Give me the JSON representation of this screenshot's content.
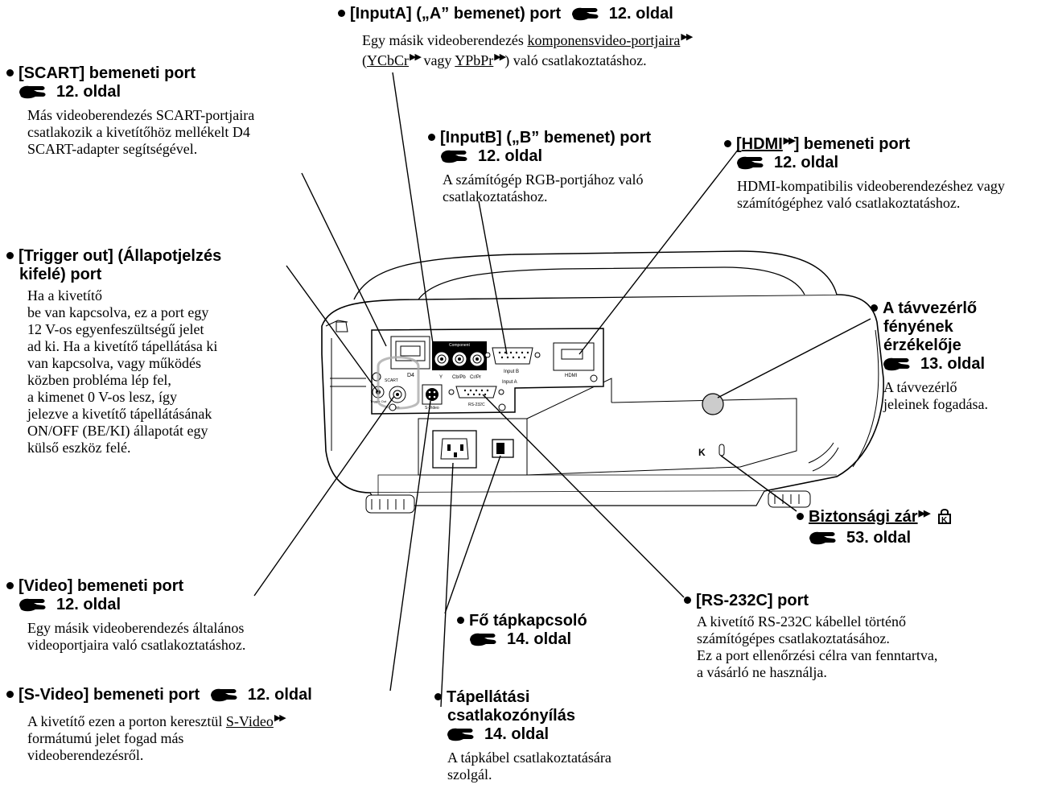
{
  "callouts": {
    "inputA": {
      "title": "[InputA] („A” bemenet) port",
      "ref": "12. oldal",
      "desc_parts": [
        "Egy másik videoberendezés ",
        "komponensvideo-portjaira",
        "(",
        "YCbCr",
        "vagy ",
        "YPbPr",
        ") való csatlakoztatáshoz."
      ]
    },
    "scart": {
      "title": "[SCART] bemeneti port",
      "ref": "12. oldal",
      "desc": "Más videoberendezés SCART-portjaira csatlakozik a kivetítőhöz mellékelt D4 SCART-adapter segítségével."
    },
    "inputB": {
      "title": "[InputB] („B” bemenet) port",
      "ref": "12. oldal",
      "desc": "A számítógép RGB-portjához való csatlakoztatáshoz."
    },
    "hdmi": {
      "title_link": "HDMI",
      "title_rest": "] bemeneti port",
      "ref": "12. oldal",
      "desc": "HDMI-kompatibilis videoberendezéshez vagy számítógéphez való csatlakoztatáshoz."
    },
    "trigger": {
      "title1": "[Trigger out] (Állapotjelzés",
      "title2": "kifelé) port",
      "desc_lines": [
        "Ha a kivetítő",
        "be van kapcsolva, ez a port egy",
        "12 V-os egyenfeszültségű jelet",
        "ad ki. Ha a kivetítő tápellátása ki",
        "van kapcsolva, vagy működés",
        "közben probléma lép fel,",
        "a kimenet 0 V-os lesz, így",
        "jelezve a kivetítő tápellátásának",
        "ON/OFF (BE/KI) állapotát egy",
        "külső eszköz felé."
      ]
    },
    "remote": {
      "title_lines": [
        "A távvezérlő",
        "fényének",
        "érzékelője"
      ],
      "ref": "13. oldal",
      "desc_lines": [
        "A távvezérlő",
        "jeleinek fogadása."
      ]
    },
    "security": {
      "title": "Biztonsági zár",
      "ref": "53. oldal"
    },
    "video": {
      "title": "[Video] bemeneti port",
      "ref": "12. oldal",
      "desc_lines": [
        "Egy másik videoberendezés általános",
        "videoportjaira való csatlakoztatáshoz."
      ]
    },
    "mainpower": {
      "title": "Fő tápkapcsoló",
      "ref": "14. oldal"
    },
    "rs232": {
      "title": "[RS-232C] port",
      "desc_lines": [
        "A kivetítő RS-232C kábellel történő",
        "számítógépes csatlakoztatásához.",
        "Ez a port ellenőrzési célra van fenntartva,",
        "a vásárló ne használja."
      ]
    },
    "svideo": {
      "title": "[S-Video] bemeneti port",
      "ref": "12. oldal",
      "desc_parts": [
        "A kivetítő ezen a porton keresztül ",
        "S-Video"
      ],
      "desc_lines": [
        "formátumú jelet fogad más",
        "videoberendezésről."
      ]
    },
    "powerinlet": {
      "title_lines": [
        "Tápellátási",
        "csatlakozónyílás"
      ],
      "ref": "14. oldal",
      "desc_lines": [
        "A tápkábel csatlakoztatására",
        "szolgál."
      ]
    }
  },
  "panel_labels": {
    "component": "Component",
    "y": "Y",
    "cbpb": "Cb/Pb",
    "crpr": "Cr/Pr",
    "inputb": "Input B",
    "inputa": "Input A",
    "hdmi": "HDMI",
    "d4": "D4",
    "scart": "SCART",
    "trigger": "Trigger Out",
    "video": "Video",
    "svideo": "S-Video",
    "rs232": "RS-232C"
  }
}
